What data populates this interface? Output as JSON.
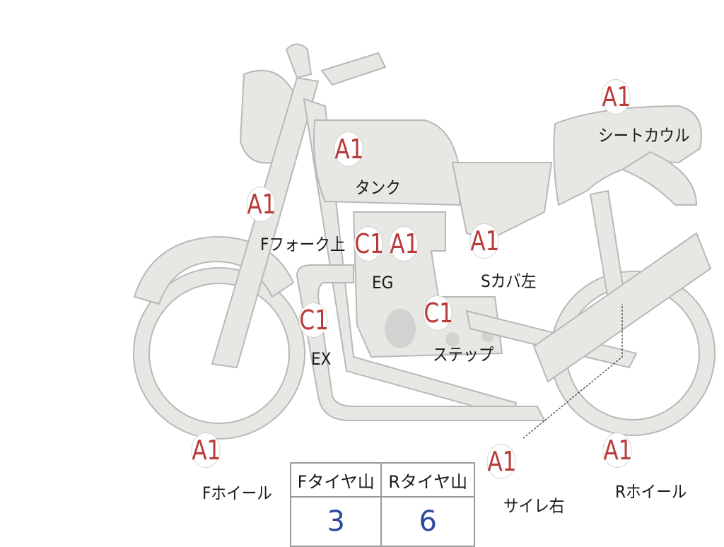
{
  "parts": [
    {
      "id": "seat-cowl",
      "label": "シートカウル",
      "grade": "A1"
    },
    {
      "id": "tank",
      "label": "タンク",
      "grade": "A1"
    },
    {
      "id": "f-fork-upper",
      "label": "Fフォーク上",
      "grade": "A1"
    },
    {
      "id": "eg",
      "label": "EG",
      "grade_1": "C1",
      "grade_2": "A1"
    },
    {
      "id": "s-cover-left",
      "label": "Sカバ左",
      "grade": "A1"
    },
    {
      "id": "ex",
      "label": "EX",
      "grade": "C1"
    },
    {
      "id": "step",
      "label": "ステップ",
      "grade": "C1"
    },
    {
      "id": "f-wheel",
      "label": "Fホイール",
      "grade": "A1"
    },
    {
      "id": "r-wheel",
      "label": "Rホイール",
      "grade": "A1"
    },
    {
      "id": "silencer-right",
      "label": "サイレ右",
      "grade": "A1"
    }
  ],
  "tire_table": {
    "headers": [
      "Fタイヤ山",
      "Rタイヤ山"
    ],
    "values": [
      "3",
      "6"
    ]
  },
  "colors": {
    "grade": "#b83a3a",
    "tire_value": "#2a4a9a",
    "body": "#e7e7e4",
    "outline": "#b8b8b8"
  }
}
